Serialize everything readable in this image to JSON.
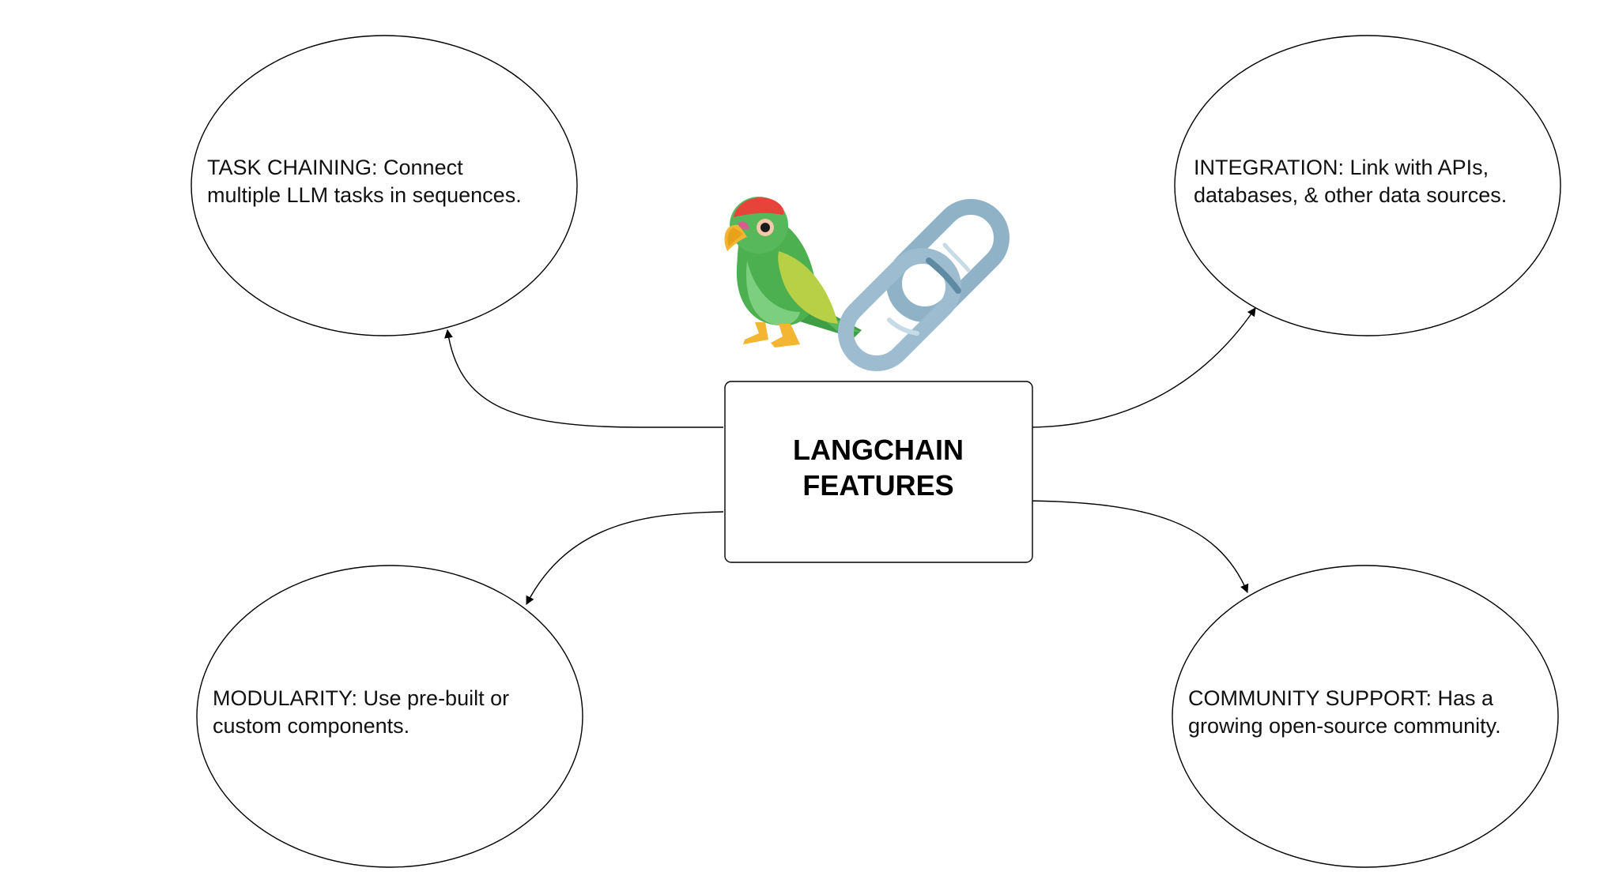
{
  "center": {
    "line1": "LANGCHAIN",
    "line2": "FEATURES"
  },
  "icons": [
    "parrot-icon",
    "chain-link-icon"
  ],
  "nodes": {
    "task_chaining": {
      "line1": "TASK CHAINING: Connect",
      "line2": "multiple LLM tasks in sequences."
    },
    "integration": {
      "line1": "INTEGRATION: Link with APIs,",
      "line2": "databases, & other data sources."
    },
    "modularity": {
      "line1": "MODULARITY: Use pre-built or",
      "line2": "custom components."
    },
    "community_support": {
      "line1": "COMMUNITY SUPPORT: Has a",
      "line2": "growing open-source community."
    }
  },
  "colors": {
    "stroke": "#000000",
    "parrot_green": "#5cb85c",
    "parrot_head": "#e8433a",
    "chain": "#8fb2c7"
  }
}
